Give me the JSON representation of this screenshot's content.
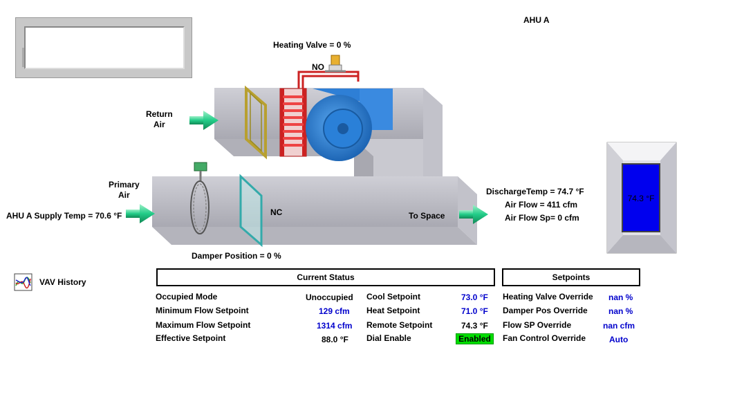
{
  "title": "AHU A",
  "heating_valve": "Heating Valve = 0 %",
  "valve_state": "NO",
  "return_air": [
    "Return",
    "Air"
  ],
  "primary_air": [
    "Primary",
    "Air"
  ],
  "supply_temp": "AHU A Supply Temp = 70.6 °F",
  "damper_state": "NC",
  "damper_position": "Damper Position = 0 %",
  "to_space": "To Space",
  "discharge": {
    "temp": "DischargeTemp = 74.7 °F",
    "air_flow": "Air Flow = 411 cfm",
    "air_flow_sp": "Air Flow Sp= 0 cfm"
  },
  "thermostat": {
    "value": "74.3 °F",
    "color": "#0000ee"
  },
  "vav_history": "VAV History",
  "current_status": {
    "header": "Current Status",
    "left": [
      {
        "label": "Occupied Mode",
        "value": "Unoccupied",
        "color": "#000000"
      },
      {
        "label": "Minimum Flow Setpoint",
        "value": "129 cfm",
        "color": "#0000cc"
      },
      {
        "label": "Maximum Flow Setpoint",
        "value": "1314 cfm",
        "color": "#0000cc"
      },
      {
        "label": "Effective Setpoint",
        "value": "88.0 °F",
        "color": "#000000"
      }
    ],
    "right": [
      {
        "label": "Cool Setpoint",
        "value": "73.0 °F",
        "color": "#0000cc"
      },
      {
        "label": "Heat Setpoint",
        "value": "71.0 °F",
        "color": "#0000cc"
      },
      {
        "label": "Remote Setpoint",
        "value": "74.3 °F",
        "color": "#000000"
      },
      {
        "label": "Dial Enable",
        "value": "Enabled",
        "color": "#00dd00"
      }
    ]
  },
  "setpoints": {
    "header": "Setpoints",
    "items": [
      {
        "label": "Heating Valve Override",
        "value": "nan %"
      },
      {
        "label": "Damper Pos Override",
        "value": "nan %"
      },
      {
        "label": "Flow SP Override",
        "value": "nan cfm"
      },
      {
        "label": "Fan Control Override",
        "value": "Auto"
      }
    ]
  },
  "icons": {
    "arrow": "arrow-right-icon",
    "history": "chart-history-icon",
    "valve": "valve-actuator-icon",
    "fan": "fan-icon"
  },
  "colors": {
    "arrow": "#22cc88",
    "duct": "#cfcfd6",
    "coil": "#dd2222",
    "fan": "#2277cc",
    "damper": "#33aaaa"
  }
}
